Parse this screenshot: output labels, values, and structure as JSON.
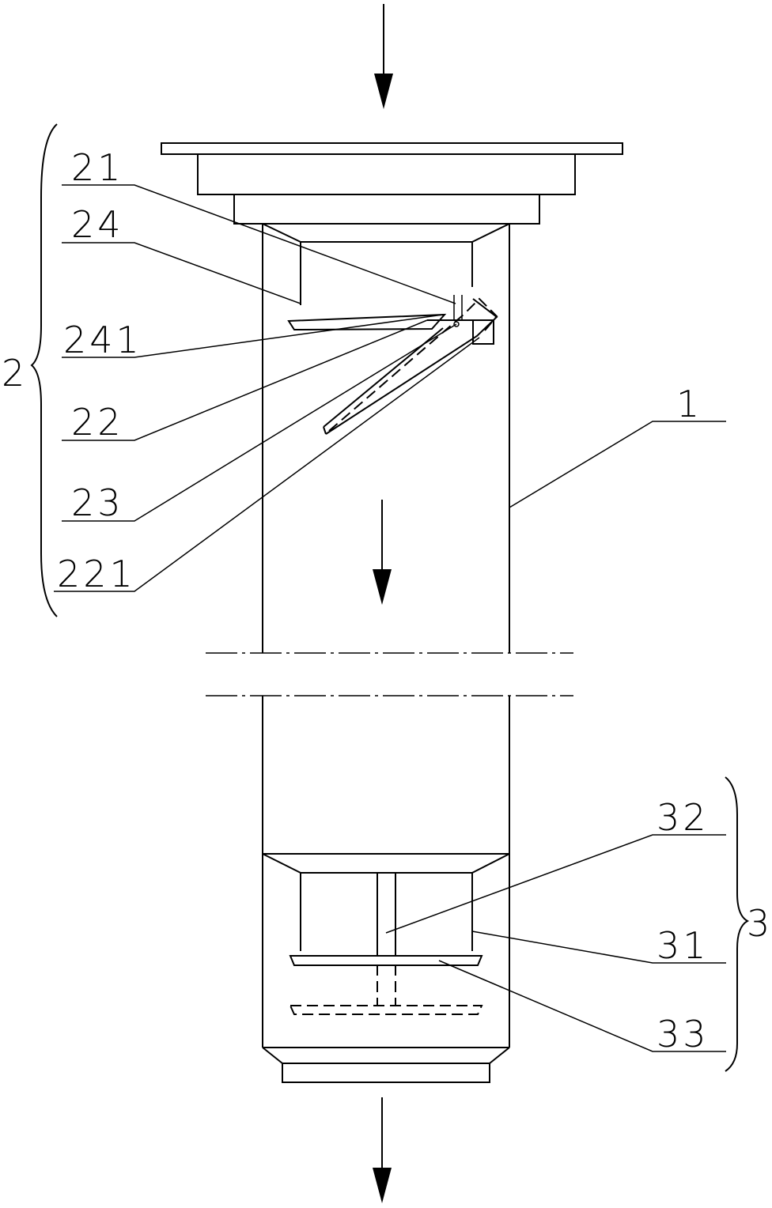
{
  "labels": {
    "l21": "21",
    "l24": "24",
    "l241": "241",
    "l2": "2",
    "l22": "22",
    "l23": "23",
    "l221": "221",
    "l1": "1",
    "l32": "32",
    "l31": "31",
    "l3": "3",
    "l33": "33"
  }
}
